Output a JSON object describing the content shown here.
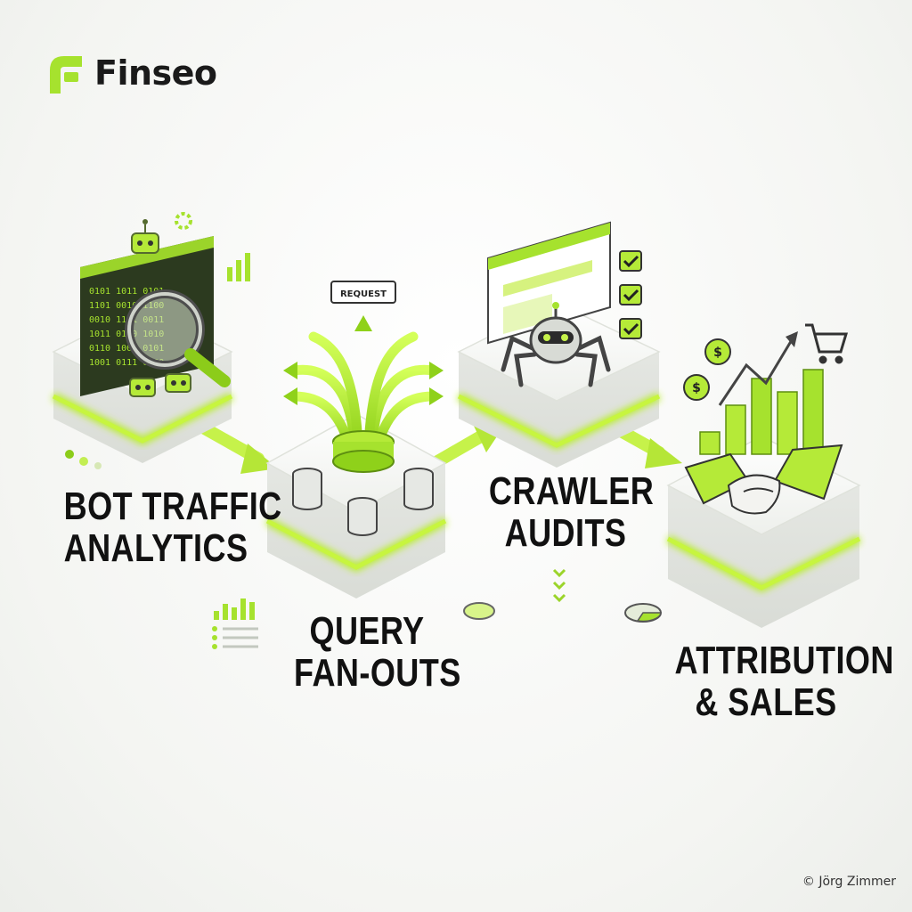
{
  "brand": {
    "name": "Finseo",
    "accent": "#a6e22e",
    "accent_dark": "#6fa313",
    "ink": "#1a1a1a"
  },
  "steps": [
    {
      "id": "bot-traffic",
      "line1": "BOT TRAFFIC",
      "line2": "ANALYTICS",
      "icon": "magnifier-binary-screen-robots-icon"
    },
    {
      "id": "query-fanouts",
      "line1": "QUERY",
      "line2": "FAN-OUTS",
      "icon": "branching-arrows-databases-icon",
      "badge": "REQUEST"
    },
    {
      "id": "crawler-audits",
      "line1": "CRAWLER",
      "line2": "AUDITS",
      "icon": "spider-robot-checklist-icon"
    },
    {
      "id": "attribution",
      "line1": "ATTRIBUTION",
      "line2": "& SALES",
      "icon": "handshake-bar-chart-cart-icon"
    }
  ],
  "footer": {
    "copyright": "© Jörg Zimmer"
  }
}
